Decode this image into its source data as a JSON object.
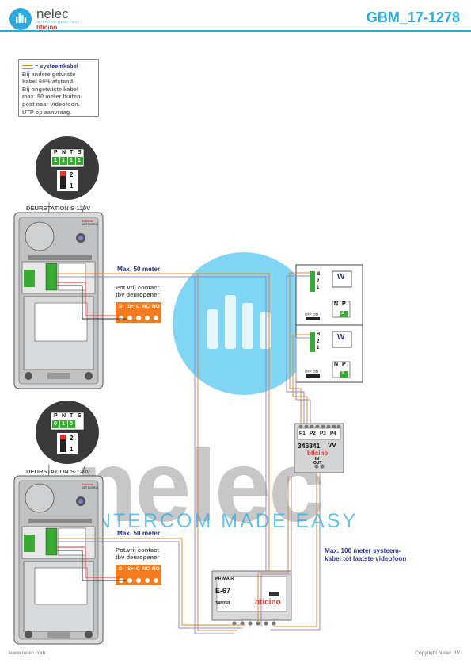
{
  "header": {
    "logo": "nelec",
    "logo_tagline": "INTERCOM MADE EASY",
    "logo_brand": "bticino",
    "doc_code": "GBM_17-1278"
  },
  "legend_note": {
    "legend_label": "= systeemkabel",
    "lines": [
      "Bij andere getwiste",
      "kabel 66% afstand!",
      "Bij ongetwiste kabel",
      "max. 50 meter buiten-",
      "post naar videofoon.",
      "UTP op aanvraag."
    ]
  },
  "door_stations": [
    {
      "title": "DEURSTATION S-120V",
      "dip_labels": [
        "P",
        "N",
        "T",
        "S"
      ],
      "dip_values": [
        "1",
        "1",
        "1",
        "1"
      ],
      "switch_labels": [
        "2",
        "1"
      ],
      "brand_small": "bticino",
      "part_small": "ARTEARB31",
      "max_distance": "Max. 50 meter",
      "contact_label": "Pot.vrij contact",
      "contact_label2": "tbv deuropener",
      "terminal_labels": [
        "S-",
        "S+",
        "C",
        "NC",
        "NO"
      ]
    },
    {
      "title": "DEURSTATION S-120V",
      "dip_labels": [
        "P",
        "N",
        "T",
        "S"
      ],
      "dip_values": [
        "0",
        "1",
        "0"
      ],
      "switch_labels": [
        "2",
        "1"
      ],
      "brand_small": "bticino",
      "part_small": "ARTEARB31",
      "max_distance": "Max. 50 meter",
      "contact_label": "Pot.vrij contact",
      "contact_label2": "tbv deuropener",
      "terminal_labels": [
        "S-",
        "S+",
        "C",
        "NC",
        "NO"
      ]
    }
  ],
  "monitors": [
    {
      "terminal_labels": [
        "B",
        "2",
        "1"
      ],
      "dip_labels": [
        "N",
        "P"
      ],
      "dip_value": "2",
      "switch_label": "OFF ON",
      "screen_icon": "W"
    },
    {
      "terminal_labels": [
        "B",
        "2",
        "1"
      ],
      "dip_labels": [
        "N",
        "P"
      ],
      "dip_value": "1",
      "switch_label": "OFF ON",
      "screen_icon": "W"
    }
  ],
  "distributor": {
    "ports": [
      "P1",
      "P2",
      "P3",
      "P4"
    ],
    "part": "346841",
    "suffix": "VV",
    "brand": "bticino",
    "in_label": "IN",
    "out_label": "OUT"
  },
  "power_supply": {
    "label_top": "PRIMAIR",
    "model": "E-67",
    "part": "346050",
    "brand": "bticino"
  },
  "annotation": {
    "max_system": "Max. 100 meter systeem-",
    "max_system2": "kabel tot laatste videofoon"
  },
  "footer": {
    "website": "www.nelec.com",
    "copyright": "Copyright Nelec BV"
  },
  "colors": {
    "accent": "#29abe2",
    "brand_red": "#e2342d",
    "orange_module": "#f47b20",
    "terminal_green": "#3aaa35",
    "cable_orange": "#e08a2a",
    "cable_purple": "#9b87c7",
    "label_blue": "#2b3990"
  }
}
